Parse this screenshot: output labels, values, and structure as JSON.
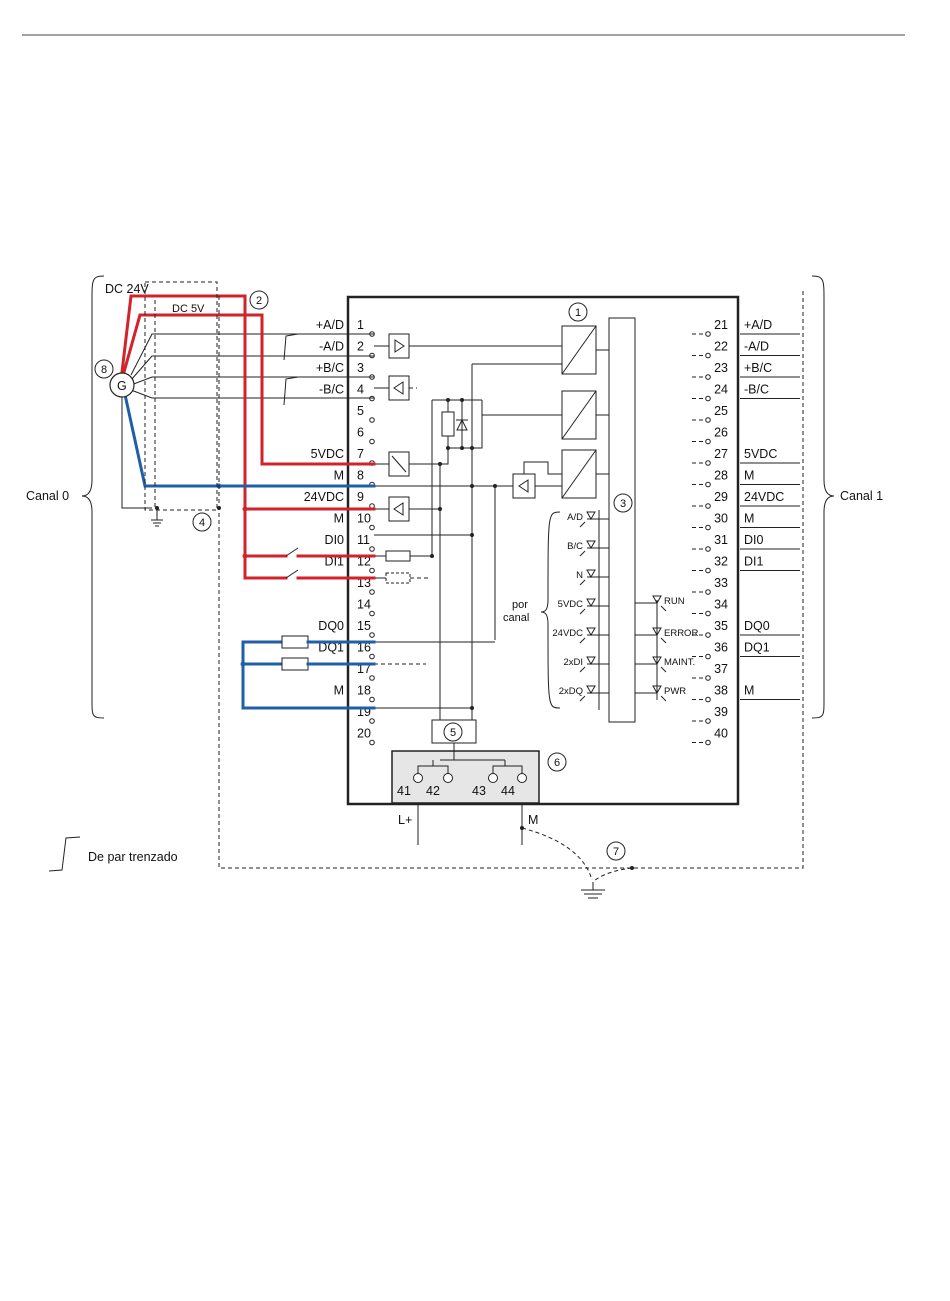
{
  "left_pins": [
    {
      "num": "1",
      "label": "+A/D"
    },
    {
      "num": "2",
      "label": "-A/D"
    },
    {
      "num": "3",
      "label": "+B/C"
    },
    {
      "num": "4",
      "label": "-B/C"
    },
    {
      "num": "5",
      "label": ""
    },
    {
      "num": "6",
      "label": ""
    },
    {
      "num": "7",
      "label": "5VDC"
    },
    {
      "num": "8",
      "label": "M"
    },
    {
      "num": "9",
      "label": "24VDC"
    },
    {
      "num": "10",
      "label": "M"
    },
    {
      "num": "11",
      "label": "DI0"
    },
    {
      "num": "12",
      "label": "DI1"
    },
    {
      "num": "13",
      "label": ""
    },
    {
      "num": "14",
      "label": ""
    },
    {
      "num": "15",
      "label": "DQ0"
    },
    {
      "num": "16",
      "label": "DQ1"
    },
    {
      "num": "17",
      "label": ""
    },
    {
      "num": "18",
      "label": "M"
    },
    {
      "num": "19",
      "label": ""
    },
    {
      "num": "20",
      "label": ""
    }
  ],
  "right_pins": [
    {
      "num": "21",
      "label": "+A/D"
    },
    {
      "num": "22",
      "label": "-A/D"
    },
    {
      "num": "23",
      "label": "+B/C"
    },
    {
      "num": "24",
      "label": "-B/C"
    },
    {
      "num": "25",
      "label": ""
    },
    {
      "num": "26",
      "label": ""
    },
    {
      "num": "27",
      "label": "5VDC"
    },
    {
      "num": "28",
      "label": "M"
    },
    {
      "num": "29",
      "label": "24VDC"
    },
    {
      "num": "30",
      "label": "M"
    },
    {
      "num": "31",
      "label": "DI0"
    },
    {
      "num": "32",
      "label": "DI1"
    },
    {
      "num": "33",
      "label": ""
    },
    {
      "num": "34",
      "label": ""
    },
    {
      "num": "35",
      "label": "DQ0"
    },
    {
      "num": "36",
      "label": "DQ1"
    },
    {
      "num": "37",
      "label": ""
    },
    {
      "num": "38",
      "label": "M"
    },
    {
      "num": "39",
      "label": ""
    },
    {
      "num": "40",
      "label": ""
    }
  ],
  "channel_labels": {
    "left": "Canal 0",
    "right": "Canal 1"
  },
  "supply_labels": {
    "dc24": "DC 24V",
    "dc5": "DC 5V",
    "generator": "G",
    "lplus": "L+",
    "m": "M"
  },
  "callouts": [
    "1",
    "2",
    "3",
    "4",
    "5",
    "6",
    "7",
    "8"
  ],
  "per_channel": {
    "line1": "por",
    "line2": "canal"
  },
  "led_left": [
    "A/D",
    "B/C",
    "N",
    "5VDC",
    "24VDC",
    "2xDI",
    "2xDQ"
  ],
  "led_right": [
    "RUN",
    "ERROR",
    "MAINT.",
    "PWR"
  ],
  "power_terminals": [
    "41",
    "42",
    "43",
    "44"
  ],
  "legend": {
    "twisted_pair": "De par trenzado"
  },
  "colors": {
    "supply_24v": "#d2232a",
    "ground_m": "#1f5fa8",
    "power_block": "#e6e6e6"
  }
}
